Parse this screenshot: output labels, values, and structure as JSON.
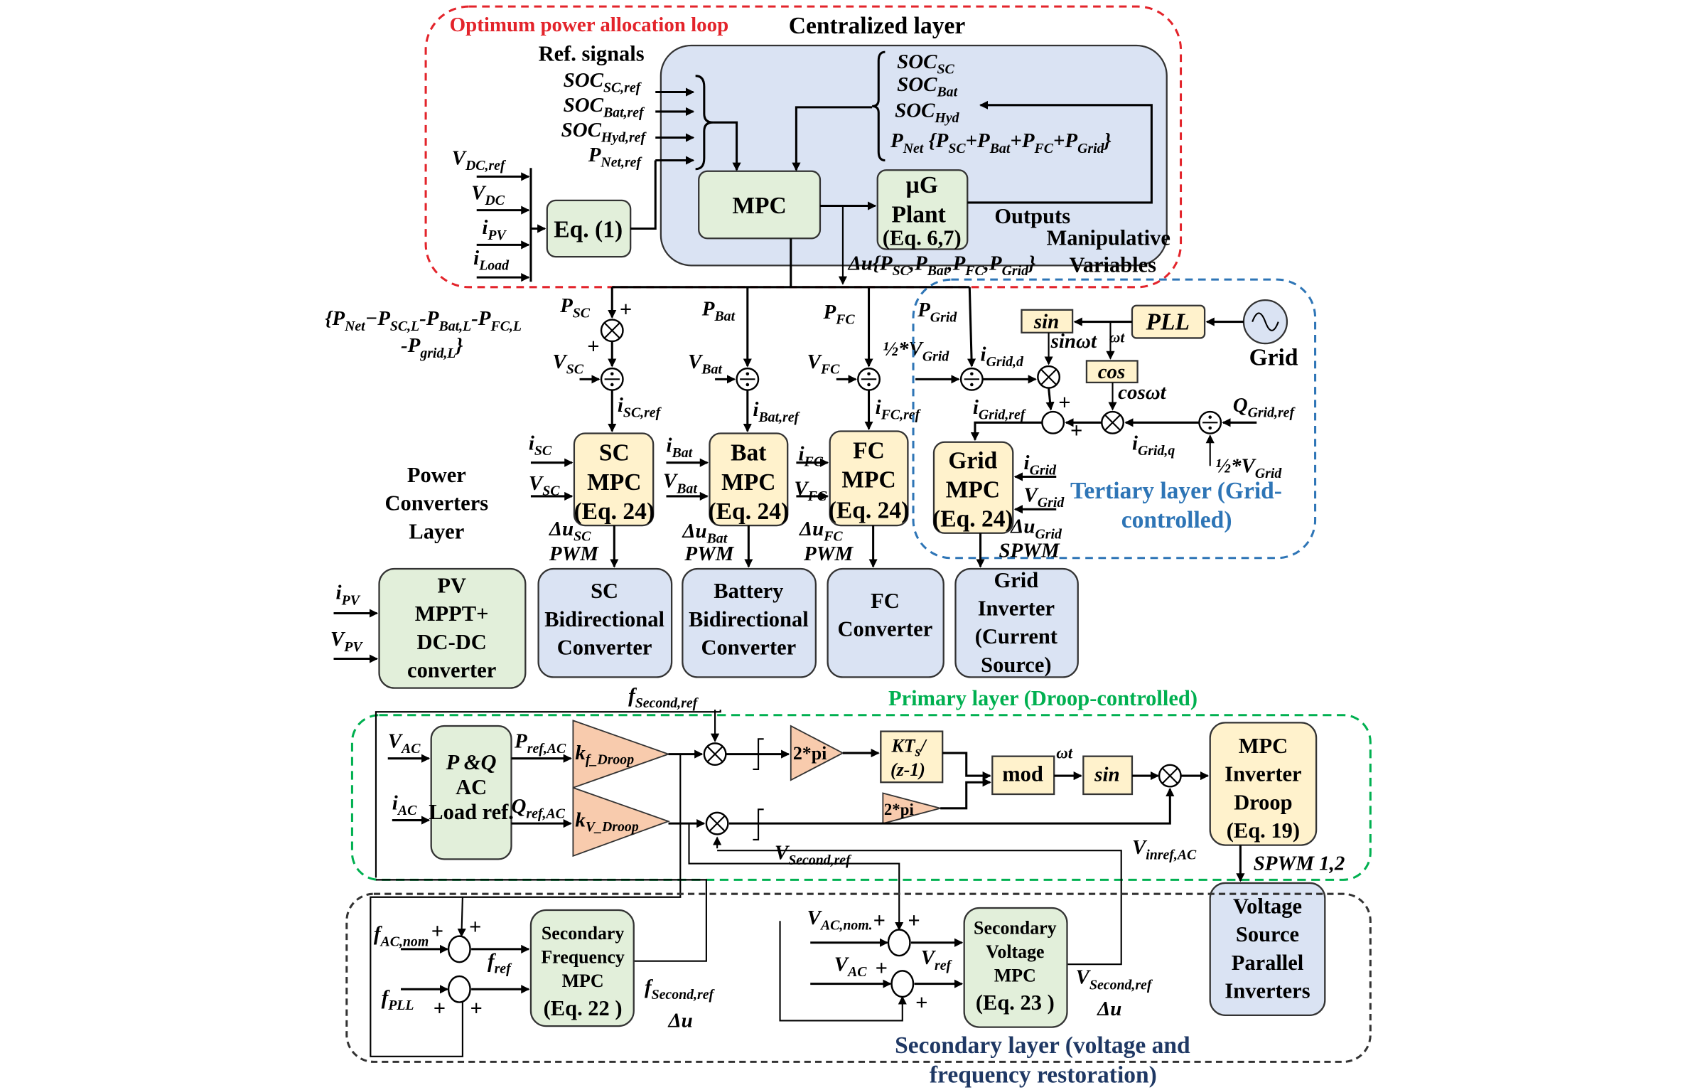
{
  "colors": {
    "loop": "#e3242b",
    "tertiary": "#2e75b6",
    "primary": "#00b050",
    "secondary": "#1f3864",
    "green_block": "#e2efda",
    "blue_block": "#dae3f3",
    "yellow_block": "#fff2cc",
    "gain": "#f8cbad"
  },
  "titles": {
    "loop": "Optimum power allocation loop",
    "centralized": "Centralized layer",
    "ref_signals": "Ref. signals",
    "outputs": "Outputs",
    "manipulative": "Manipulative",
    "variables": "Variables",
    "power_conv": [
      "Power",
      "Converters",
      "Layer"
    ],
    "tertiary": [
      "Tertiary layer (Grid-",
      "controlled)"
    ],
    "primary": "Primary layer (Droop-controlled)",
    "secondary": [
      "Secondary layer (voltage and",
      "frequency restoration)"
    ],
    "grid": "Grid"
  },
  "blocks": {
    "mpc": "MPC",
    "plant": [
      "µG",
      "Plant",
      "(Eq. 6,7)"
    ],
    "eq1": "Eq. (1)",
    "sc_mpc": [
      "SC",
      "MPC",
      "(Eq. 24)"
    ],
    "bat_mpc": [
      "Bat",
      "MPC",
      "(Eq. 24)"
    ],
    "fc_mpc": [
      "FC",
      "MPC",
      "(Eq. 24)"
    ],
    "grid_mpc": [
      "Grid",
      "MPC",
      "(Eq. 24)"
    ],
    "sin": "sin",
    "cos": "cos",
    "pll": "PLL",
    "pv": [
      "PV",
      "MPPT+",
      "DC-DC",
      "converter"
    ],
    "sc_conv": [
      "SC",
      "Bidirectional",
      "Converter"
    ],
    "bat_conv": [
      "Battery",
      "Bidirectional",
      "Converter"
    ],
    "fc_conv": [
      "FC",
      "Converter"
    ],
    "grid_inv": [
      "Grid",
      "Inverter",
      "(Current",
      "Source)"
    ],
    "pq": [
      "P &Q",
      "AC",
      "Load ref."
    ],
    "kf": "k",
    "kf_sub": "f_Droop",
    "kv": "k",
    "kv_sub": "V_Droop",
    "two_pi": "2*pi",
    "two_pi2": "2*pi",
    "kts": [
      "KT",
      "s",
      "/",
      "(z-1)"
    ],
    "mod": "mod",
    "sin2": "sin",
    "mpc_droop": [
      "MPC",
      "Inverter",
      "Droop",
      "(Eq. 19)"
    ],
    "vs_inv": [
      "Voltage",
      "Source",
      "Parallel",
      "Inverters"
    ],
    "sec_freq": [
      "Secondary",
      "Frequency",
      "MPC",
      "(Eq. 22 )"
    ],
    "sec_volt": [
      "Secondary",
      "Voltage",
      "MPC",
      "(Eq. 23 )"
    ]
  },
  "vars": {
    "soc_sc_ref": [
      [
        "SOC",
        "SC,ref"
      ]
    ],
    "soc_bat_ref": [
      [
        "SOC",
        "Bat,ref"
      ]
    ],
    "soc_hyd_ref": [
      [
        "SOC",
        "Hyd,ref"
      ]
    ],
    "p_net_ref": [
      [
        "P",
        "Net,ref"
      ]
    ],
    "soc_sc": [
      [
        "SOC",
        "SC"
      ]
    ],
    "soc_bat": [
      [
        "SOC",
        "Bat"
      ]
    ],
    "soc_hyd": [
      [
        "SOC",
        "Hyd"
      ]
    ],
    "p_net_sum": [
      [
        "P",
        "Net"
      ],
      [
        " {P",
        "SC"
      ],
      [
        "+P",
        "Bat"
      ],
      [
        "+P",
        "FC"
      ],
      [
        "+P",
        "Grid"
      ],
      [
        "}",
        ""
      ]
    ],
    "v_dc_ref": [
      [
        "V",
        "DC,ref"
      ]
    ],
    "v_dc": [
      [
        "V",
        "DC"
      ]
    ],
    "i_pv": [
      [
        "i",
        "PV"
      ]
    ],
    "i_load": [
      [
        "i",
        "Load"
      ]
    ],
    "du_set": [
      [
        "Δu{P",
        "SC"
      ],
      [
        ",P",
        "Bat"
      ],
      [
        ",P",
        "FC"
      ],
      [
        ",P",
        "Grid"
      ],
      [
        "}",
        ""
      ]
    ],
    "p_sc": [
      [
        "P",
        "SC"
      ]
    ],
    "p_bat": [
      [
        "P",
        "Bat"
      ]
    ],
    "p_fc": [
      [
        "P",
        "FC"
      ]
    ],
    "p_grid": [
      [
        "P",
        "Grid"
      ]
    ],
    "p_net_l1": [
      [
        "{P",
        "Net"
      ],
      [
        "−P",
        "SC,L"
      ],
      [
        "-P",
        "Bat,L"
      ],
      [
        "-P",
        "FC,L"
      ]
    ],
    "p_net_l2": [
      [
        "-P",
        "grid,L"
      ],
      [
        "}",
        ""
      ]
    ],
    "v_sc": [
      [
        "V",
        "SC"
      ]
    ],
    "v_bat": [
      [
        "V",
        "Bat"
      ]
    ],
    "v_fc": [
      [
        "V",
        "FC"
      ]
    ],
    "half_v_grid": [
      [
        "½*V",
        "Grid"
      ]
    ],
    "i_sc_ref": [
      [
        "i",
        "SC,ref"
      ]
    ],
    "i_bat_ref": [
      [
        "i",
        "Bat,ref"
      ]
    ],
    "i_fc_ref": [
      [
        "i",
        "FC,ref"
      ]
    ],
    "i_grid_d": [
      [
        "i",
        "Grid,d"
      ]
    ],
    "i_grid_ref": [
      [
        "i",
        "Grid,ref"
      ]
    ],
    "i_grid_q": [
      [
        "i",
        "Grid,q"
      ]
    ],
    "q_grid_ref": [
      [
        "Q",
        "Grid,ref"
      ]
    ],
    "half_v_grid2": [
      [
        "½*V",
        "Grid"
      ]
    ],
    "sinwt": [
      [
        "sinωt",
        ""
      ]
    ],
    "wt": [
      [
        "ωt",
        ""
      ]
    ],
    "coswt": [
      [
        "cosωt",
        ""
      ]
    ],
    "i_sc": [
      [
        "i",
        "SC"
      ]
    ],
    "v_sc2": [
      [
        "V",
        "SC"
      ]
    ],
    "i_bat": [
      [
        "i",
        "Bat"
      ]
    ],
    "v_bat2": [
      [
        "V",
        "Bat"
      ]
    ],
    "i_fc": [
      [
        "i",
        "FC"
      ]
    ],
    "v_fc2": [
      [
        "V",
        "FC"
      ]
    ],
    "i_grid": [
      [
        "i",
        "Grid"
      ]
    ],
    "v_grid": [
      [
        "V",
        "Grid"
      ]
    ],
    "du_sc": [
      [
        "Δu",
        "SC"
      ]
    ],
    "du_bat": [
      [
        "Δu",
        "Bat"
      ]
    ],
    "du_fc": [
      [
        "Δu",
        "FC"
      ]
    ],
    "du_grid": [
      [
        "Δu",
        "Grid"
      ]
    ],
    "pwm1": [
      [
        "PWM",
        ""
      ]
    ],
    "pwm2": [
      [
        "PWM",
        ""
      ]
    ],
    "pwm3": [
      [
        "PWM",
        ""
      ]
    ],
    "spwm": [
      [
        "SPWM",
        ""
      ]
    ],
    "i_pv2": [
      [
        "i",
        "PV"
      ]
    ],
    "v_pv": [
      [
        "V",
        "PV"
      ]
    ],
    "f_second_ref": [
      [
        "f",
        "Second,ref"
      ]
    ],
    "v_ac": [
      [
        "V",
        "AC"
      ]
    ],
    "i_ac": [
      [
        "i",
        "AC"
      ]
    ],
    "p_ref_ac": [
      [
        "P",
        "ref,AC"
      ]
    ],
    "q_ref_ac": [
      [
        "Q",
        "ref,AC"
      ]
    ],
    "wt2": [
      [
        "ωt",
        ""
      ]
    ],
    "v_second_ref": [
      [
        "V",
        "Second,ref"
      ]
    ],
    "v_inref_ac": [
      [
        "V",
        "inref,AC"
      ]
    ],
    "spwm12": [
      [
        "SPWM 1,2",
        ""
      ]
    ],
    "f_ac_nom": [
      [
        "f",
        "AC,nom"
      ]
    ],
    "f_pll": [
      [
        "f",
        "PLL"
      ]
    ],
    "f_ref": [
      [
        "f",
        "ref"
      ]
    ],
    "f_second_ref2": [
      [
        "f",
        "Second,ref"
      ]
    ],
    "du1": [
      [
        "Δu",
        ""
      ]
    ],
    "v_ac_nom": [
      [
        "V",
        "AC,nom."
      ]
    ],
    "v_ac2": [
      [
        "V",
        "AC"
      ]
    ],
    "v_ref": [
      [
        "V",
        "ref"
      ]
    ],
    "v_second_ref2": [
      [
        "V",
        "Second,ref"
      ]
    ],
    "du2": [
      [
        "Δu",
        ""
      ]
    ]
  },
  "signs": {
    "plus": "+"
  }
}
